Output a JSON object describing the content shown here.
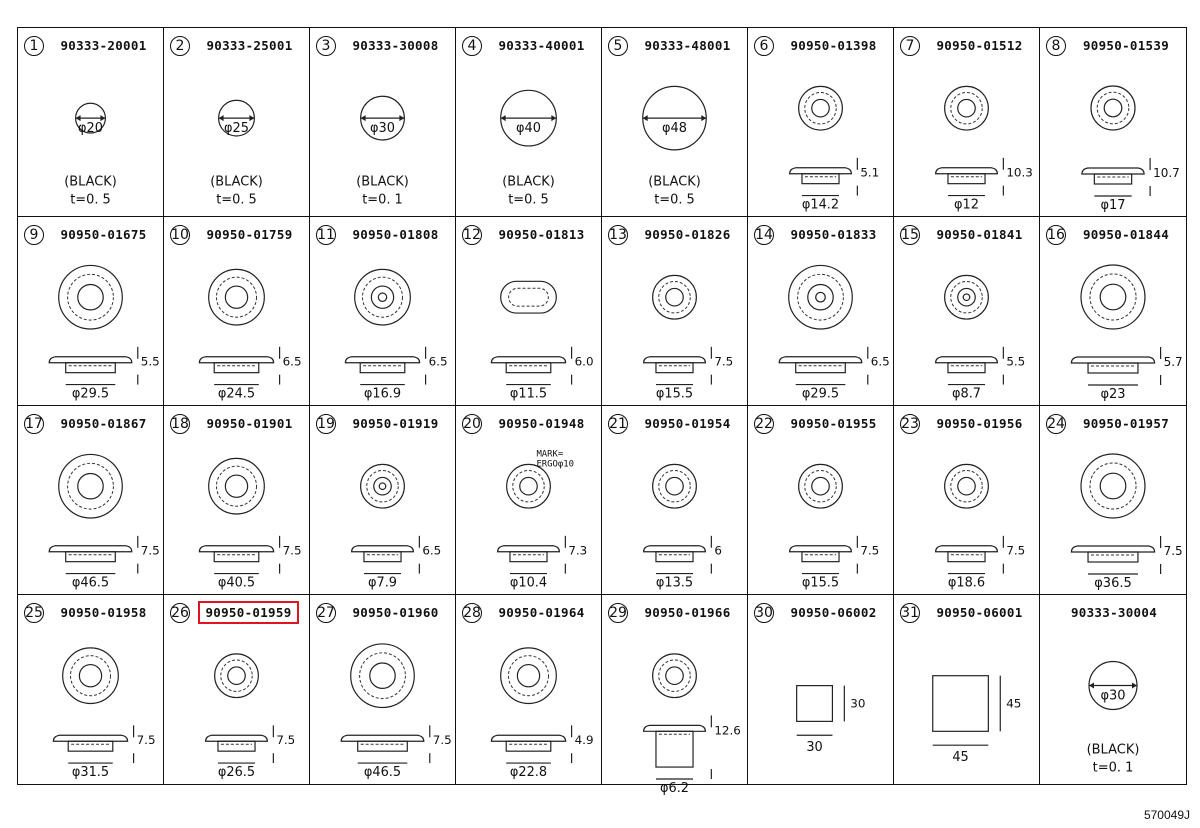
{
  "cells": [
    {
      "index": "1",
      "part": "90333-20001",
      "type": "plug",
      "dia": "φ20",
      "notes": [
        "(BLACK)",
        "t=0. 5"
      ]
    },
    {
      "index": "2",
      "part": "90333-25001",
      "type": "plug",
      "dia": "φ25",
      "notes": [
        "(BLACK)",
        "t=0. 5"
      ]
    },
    {
      "index": "3",
      "part": "90333-30008",
      "type": "plug",
      "dia": "φ30",
      "notes": [
        "(BLACK)",
        "t=0. 1"
      ]
    },
    {
      "index": "4",
      "part": "90333-40001",
      "type": "plug",
      "dia": "φ40",
      "notes": [
        "(BLACK)",
        "t=0. 5"
      ]
    },
    {
      "index": "5",
      "part": "90333-48001",
      "type": "plug",
      "dia": "φ48",
      "notes": [
        "(BLACK)",
        "t=0. 5"
      ]
    },
    {
      "index": "6",
      "part": "90950-01398",
      "type": "grommet",
      "dia": "φ14.2",
      "height": "5.1"
    },
    {
      "index": "7",
      "part": "90950-01512",
      "type": "grommet",
      "dia": "φ12",
      "height": "10.3"
    },
    {
      "index": "8",
      "part": "90950-01539",
      "type": "grommet",
      "dia": "φ17",
      "height": "10.7"
    },
    {
      "index": "9",
      "part": "90950-01675",
      "type": "grommet",
      "dia": "φ29.5",
      "height": "5.5"
    },
    {
      "index": "10",
      "part": "90950-01759",
      "type": "grommet",
      "dia": "φ24.5",
      "height": "6.5"
    },
    {
      "index": "11",
      "part": "90950-01808",
      "type": "grommet",
      "dia": "φ16.9",
      "height": "6.5"
    },
    {
      "index": "12",
      "part": "90950-01813",
      "type": "oval",
      "dia": "φ11.5",
      "height": "6.0"
    },
    {
      "index": "13",
      "part": "90950-01826",
      "type": "grommet",
      "dia": "φ15.5",
      "height": "7.5"
    },
    {
      "index": "14",
      "part": "90950-01833",
      "type": "grommet",
      "dia": "φ29.5",
      "height": "6.5"
    },
    {
      "index": "15",
      "part": "90950-01841",
      "type": "grommet",
      "dia": "φ8.7",
      "height": "5.5"
    },
    {
      "index": "16",
      "part": "90950-01844",
      "type": "grommet",
      "dia": "φ23",
      "height": "5.7"
    },
    {
      "index": "17",
      "part": "90950-01867",
      "type": "grommet",
      "dia": "φ46.5",
      "height": "7.5"
    },
    {
      "index": "18",
      "part": "90950-01901",
      "type": "grommet",
      "dia": "φ40.5",
      "height": "7.5"
    },
    {
      "index": "19",
      "part": "90950-01919",
      "type": "grommet",
      "dia": "φ7.9",
      "height": "6.5"
    },
    {
      "index": "20",
      "part": "90950-01948",
      "type": "grommet",
      "dia": "φ10.4",
      "height": "7.3",
      "mark": [
        "MARK=",
        "ERGOφ10"
      ]
    },
    {
      "index": "21",
      "part": "90950-01954",
      "type": "grommet",
      "dia": "φ13.5",
      "height": "6"
    },
    {
      "index": "22",
      "part": "90950-01955",
      "type": "grommet",
      "dia": "φ15.5",
      "height": "7.5"
    },
    {
      "index": "23",
      "part": "90950-01956",
      "type": "grommet",
      "dia": "φ18.6",
      "height": "7.5"
    },
    {
      "index": "24",
      "part": "90950-01957",
      "type": "grommet",
      "dia": "φ36.5",
      "height": "7.5"
    },
    {
      "index": "25",
      "part": "90950-01958",
      "type": "grommet",
      "dia": "φ31.5",
      "height": "7.5"
    },
    {
      "index": "26",
      "part": "90950-01959",
      "type": "grommet",
      "dia": "φ26.5",
      "height": "7.5",
      "highlight": true
    },
    {
      "index": "27",
      "part": "90950-01960",
      "type": "grommet",
      "dia": "φ46.5",
      "height": "7.5"
    },
    {
      "index": "28",
      "part": "90950-01964",
      "type": "grommet",
      "dia": "φ22.8",
      "height": "4.9"
    },
    {
      "index": "29",
      "part": "90950-01966",
      "type": "grommet-tall",
      "dia": "φ6.2",
      "height": "12.6"
    },
    {
      "index": "30",
      "part": "90950-06002",
      "type": "square",
      "w": "30",
      "h": "30"
    },
    {
      "index": "31",
      "part": "90950-06001",
      "type": "square",
      "w": "45",
      "h": "45"
    },
    {
      "index": "",
      "part": "90333-30004",
      "type": "plug",
      "dia": "φ30",
      "notes": [
        "(BLACK)",
        "t=0. 1"
      ]
    }
  ],
  "highlight_color": "#e0141e",
  "footer_code": "570049J"
}
